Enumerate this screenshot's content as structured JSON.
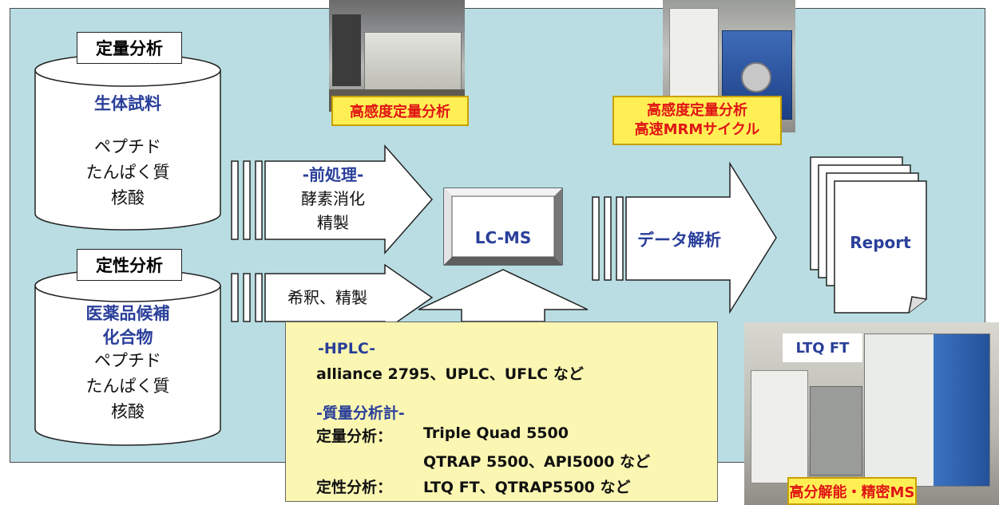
{
  "quantitative": {
    "tag": "定量分析",
    "title": "生体試料",
    "lines": [
      "ペプチド",
      "たんぱく質",
      "核酸"
    ]
  },
  "qualitative": {
    "tag": "定性分析",
    "title_lines": [
      "医薬品候補",
      "化合物"
    ],
    "lines": [
      "ペプチド",
      "たんぱく質",
      "核酸"
    ]
  },
  "preprocess": {
    "title": "-前処理-",
    "lines": [
      "酵素消化",
      "精製"
    ]
  },
  "dilution": {
    "label": "希釈、精製"
  },
  "lcms": {
    "label": "LC-MS"
  },
  "analysis": {
    "label": "データ解析"
  },
  "report": {
    "label": "Report"
  },
  "badges": {
    "photo1": "高感度定量分析",
    "photo2_line1": "高感度定量分析",
    "photo2_line2": "高速MRMサイクル",
    "photo3_tag": "LTQ FT",
    "photo3": "高分解能・精密MS"
  },
  "info": {
    "hplc_title": "-HPLC-",
    "hplc_line": "alliance 2795、UPLC、UFLC など",
    "ms_title": "-質量分析計-",
    "quant_label": "定量分析：",
    "quant_line1": "Triple Quad 5500",
    "quant_line2": "QTRAP 5500、API5000 など",
    "qual_label": "定性分析：",
    "qual_line": "LTQ FT、QTRAP5500 など"
  },
  "colors": {
    "panel": "#b9dde3",
    "heading_blue": "#2a3f9a",
    "badge_yellow": "#ffef55",
    "badge_red": "#e01515",
    "info_bg": "#fbf7b2"
  }
}
